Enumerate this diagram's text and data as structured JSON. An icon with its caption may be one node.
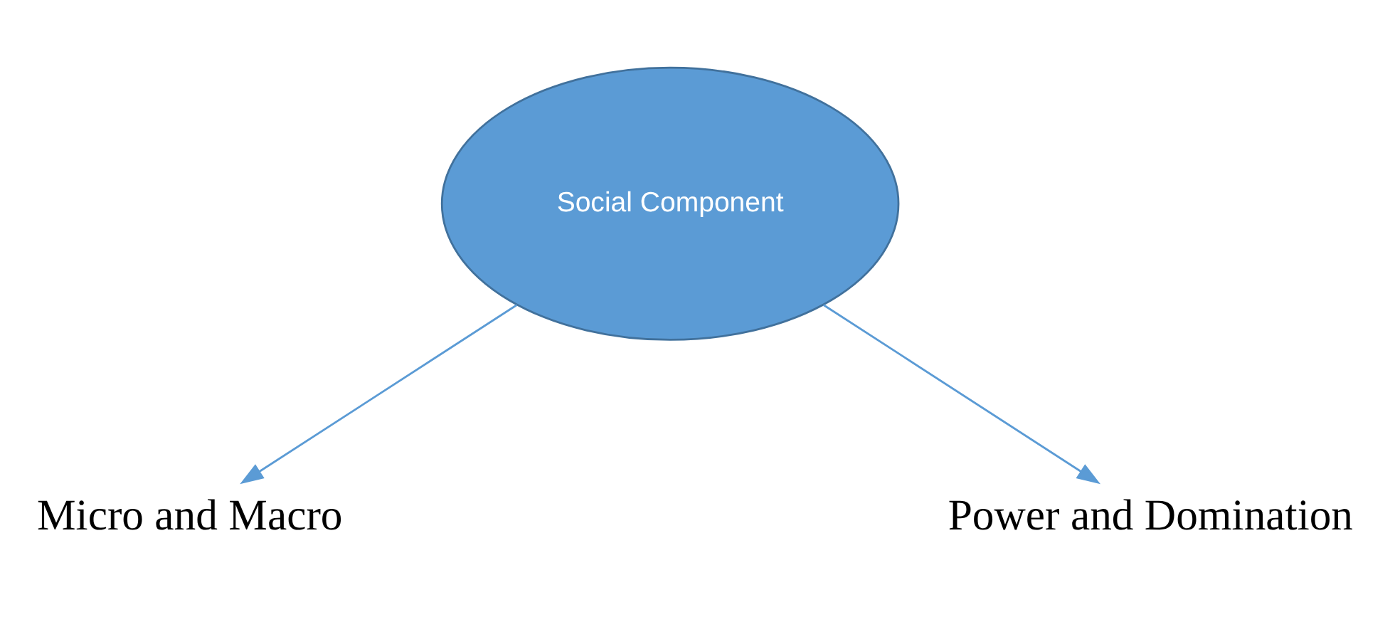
{
  "diagram": {
    "nodes": [
      {
        "text": [
          "Social Component"
        ]
      },
      {
        "text": [
          "Micro and Macro"
        ]
      },
      {
        "text": [
          "Power and Domination"
        ]
      }
    ],
    "edges": [
      {
        "from": 0,
        "to": 1,
        "arrow": "to"
      },
      {
        "from": 0,
        "to": 2,
        "arrow": "to"
      }
    ]
  }
}
